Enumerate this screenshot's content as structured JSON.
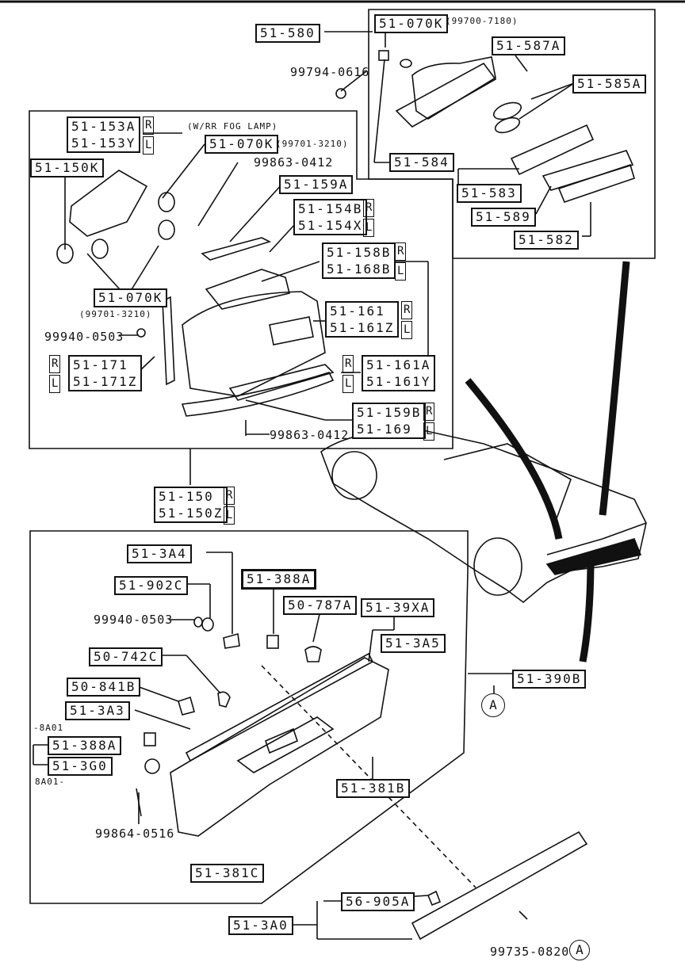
{
  "top_right_inset": {
    "p_51_580": "51-580",
    "p_51_070K_a": "51-070K",
    "p_51_070K_a_note": "(99700-7180)",
    "p_51_587A": "51-587A",
    "p_51_585A": "51-585A",
    "p_51_584": "51-584",
    "p_51_583": "51-583",
    "p_51_589": "51-589",
    "p_51_582": "51-582",
    "p_99794_0616": "99794-0616"
  },
  "left_inset": {
    "p_51_153A": "51-153A",
    "p_51_153Y": "51-153Y",
    "rl_R": "R",
    "rl_L": "L",
    "note_fog": "(W/RR FOG LAMP)",
    "p_51_070K_b": "51-070K",
    "p_51_070K_b_note": "(99701-3210)",
    "p_51_150K": "51-150K",
    "p_99863_0412_a": "99863-0412",
    "p_51_159A": "51-159A",
    "p_51_154B": "51-154B",
    "p_51_154X": "51-154X",
    "p_51_158B": "51-158B",
    "p_51_168B": "51-168B",
    "p_51_070K_c": "51-070K",
    "p_51_070K_c_note": "(99701-3210)",
    "p_51_161": "51-161",
    "p_51_161Z": "51-161Z",
    "p_99940_0503_a": "99940-0503",
    "p_51_171": "51-171",
    "p_51_171Z": "51-171Z",
    "p_51_161A": "51-161A",
    "p_51_161Y": "51-161Y",
    "p_51_159B": "51-159B",
    "p_51_169": "51-169",
    "p_99863_0412_b": "99863-0412"
  },
  "assembly": {
    "p_51_150": "51-150",
    "p_51_150Z": "51-150Z"
  },
  "lower_panel": {
    "p_51_3A4": "51-3A4",
    "p_51_388A_a": "51-388A",
    "p_51_902C": "51-902C",
    "p_50_787A": "50-787A",
    "p_51_39XA": "51-39XA",
    "p_99940_0503_b": "99940-0503",
    "p_51_3A5": "51-3A5",
    "p_50_742C": "50-742C",
    "p_51_390B": "51-390B",
    "p_50_841B": "50-841B",
    "p_51_3A3": "51-3A3",
    "note_8A01_top": "-8A01",
    "p_51_388A_b": "51-388A",
    "p_51_3G0": "51-3G0",
    "note_8A01_bottom": "8A01-",
    "p_51_381B": "51-381B",
    "p_99864_0516": "99864-0516",
    "p_51_381C": "51-381C",
    "p_56_905A": "56-905A",
    "p_51_3A0": "51-3A0",
    "p_99735_0820": "99735-0820",
    "ref_A": "A"
  }
}
